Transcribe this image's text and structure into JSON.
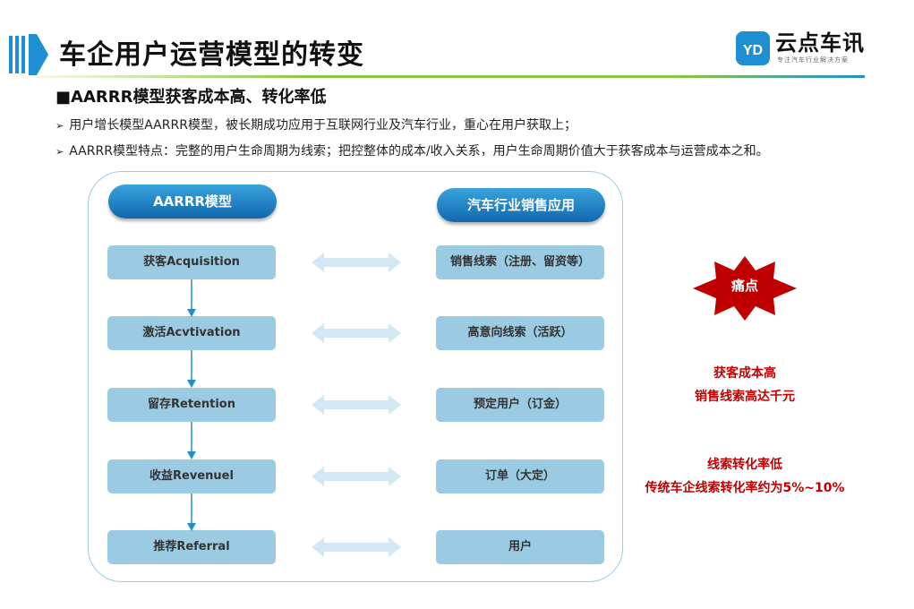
{
  "header": {
    "title": "车企用户运营模型的转变",
    "logo_name": "云点车讯",
    "logo_tagline": "专注汽车行业解决方案",
    "accent_color": "#1f8fd3",
    "divider_color": "#8dc63f"
  },
  "section": {
    "heading": "■AARRR模型获客成本高、转化率低",
    "bullets": [
      "用户增长模型AARRR模型，被长期成功应用于互联网行业及汽车行业，重心在用户获取上；",
      "AARRR模型特点：完整的用户生命周期为线索；把控整体的成本/收入关系，用户生命周期价值大于获客成本与运营成本之和。"
    ]
  },
  "diagram": {
    "left_title": "AARRR模型",
    "right_title": "汽车行业销售应用",
    "left_steps": [
      "获客Acquisition",
      "激活Acvtivation",
      "留存Retention",
      "收益Revenuel",
      "推荐Referral"
    ],
    "right_steps": [
      "销售线索（注册、留资等）",
      "高意向线索（活跃）",
      "预定用户（订金）",
      "订单（大定）",
      "用户"
    ]
  },
  "pain_points": {
    "badge": "痛点",
    "lines": [
      "获客成本高",
      "销售线索高达千元",
      "线索转化率低",
      "传统车企线索转化率约为5%~10%"
    ],
    "color": "#c00000"
  }
}
